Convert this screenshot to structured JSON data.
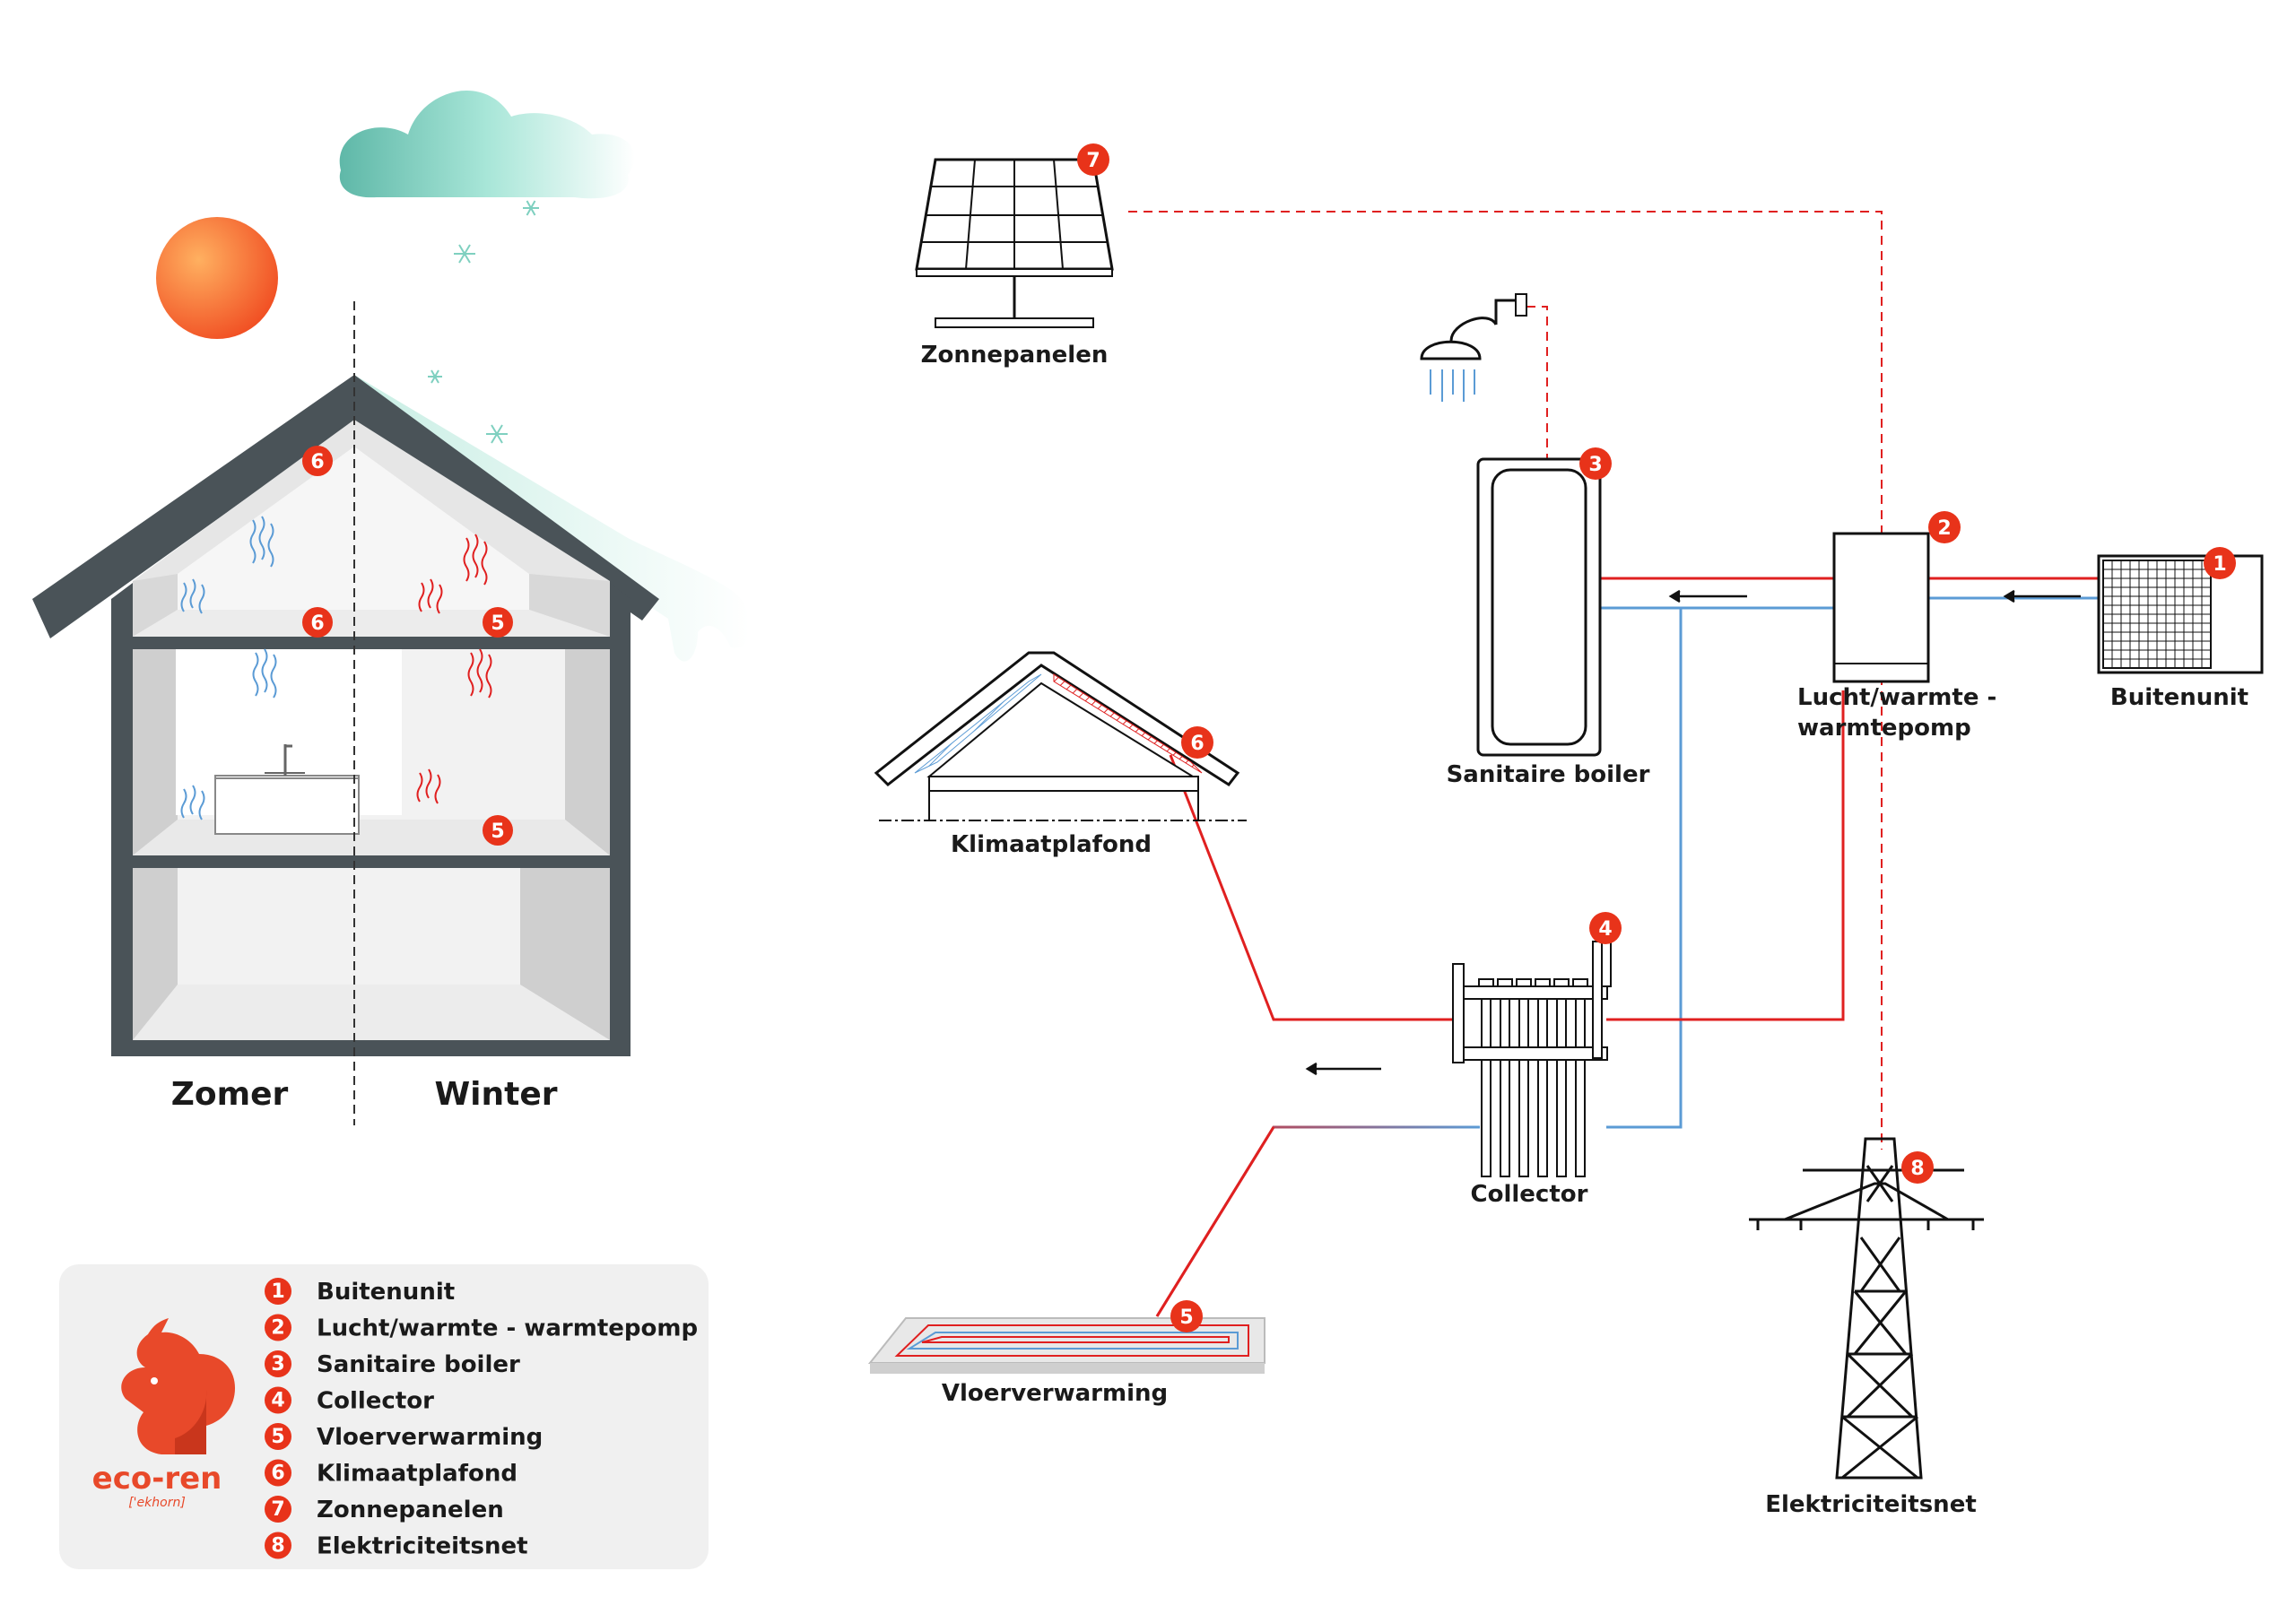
{
  "seasons": {
    "summer": "Zomer",
    "winter": "Winter"
  },
  "components": {
    "zonnepanelen": {
      "num": "7",
      "label": "Zonnepanelen"
    },
    "boiler": {
      "num": "3",
      "label": "Sanitaire boiler"
    },
    "heatpump": {
      "num": "2",
      "label_line1": "Lucht/warmte -",
      "label_line2": "warmtepomp"
    },
    "buitenunit": {
      "num": "1",
      "label": "Buitenunit"
    },
    "klimaatplafond": {
      "num": "6",
      "label": "Klimaatplafond"
    },
    "collector": {
      "num": "4",
      "label": "Collector"
    },
    "vloerverwarming": {
      "num": "5",
      "label": "Vloerverwarming"
    },
    "elektriciteitsnet": {
      "num": "8",
      "label": "Elektriciteitsnet"
    }
  },
  "house_badges": {
    "attic_ceiling": "6",
    "attic_floor_left": "6",
    "attic_floor_right": "5",
    "first_floor": "5"
  },
  "legend": {
    "items": [
      {
        "num": "1",
        "label": "Buitenunit"
      },
      {
        "num": "2",
        "label": "Lucht/warmte - warmtepomp"
      },
      {
        "num": "3",
        "label": "Sanitaire boiler"
      },
      {
        "num": "4",
        "label": "Collector"
      },
      {
        "num": "5",
        "label": "Vloerverwarming"
      },
      {
        "num": "6",
        "label": "Klimaatplafond"
      },
      {
        "num": "7",
        "label": "Zonnepanelen"
      },
      {
        "num": "8",
        "label": "Elektriciteitsnet"
      }
    ]
  },
  "brand": {
    "name": "eco-ren",
    "tagline": "['ekhorn]"
  },
  "colors": {
    "accent": "#e8492a",
    "hot_pipe": "#e02020",
    "cold_pipe": "#5b9bd5",
    "house_wall": "#4a5358",
    "cloud": "#9fe0d2",
    "legend_bg": "#f0f0f0"
  }
}
